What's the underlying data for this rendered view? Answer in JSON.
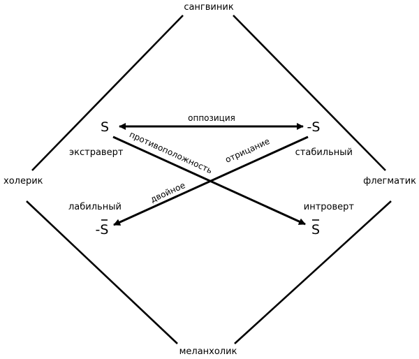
{
  "temperaments": {
    "top": "сангвиник",
    "left": "холерик",
    "right": "флегматик",
    "bottom": "меланхолик"
  },
  "traits": {
    "extravert": "экстраверт",
    "stable": "стабильный",
    "labile": "лабильный",
    "introvert": "интроверт"
  },
  "symbols": {
    "s": "S",
    "neg_s": "-S",
    "neg_s_bar": "-S",
    "s_bar": "S"
  },
  "relations": {
    "opposition": "оппозиция",
    "contrariety": "противоположность",
    "negation": "отрицание",
    "double": "двойное"
  }
}
